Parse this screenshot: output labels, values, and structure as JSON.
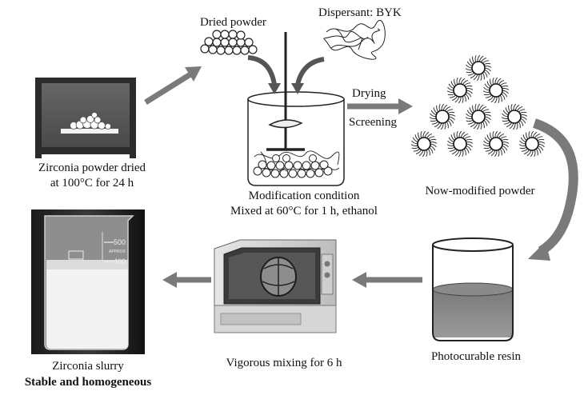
{
  "labels": {
    "dried_powder": "Dried powder",
    "dispersant": "Dispersant: BYK",
    "drying": "Drying",
    "screening": "Screening",
    "oven_line1": "Zirconia powder dried",
    "oven_line2": "at 100°C for 24 h",
    "modification_line1": "Modification condition",
    "modification_line2": "Mixed at 60°C for 1 h, ethanol",
    "modified_powder": "Now-modified powder",
    "photocurable_resin": "Photocurable resin",
    "vigorous_mixing": "Vigorous mixing for 6 h",
    "slurry_line1": "Zirconia slurry",
    "slurry_line2": "Stable and homogeneous"
  },
  "beaker_marks": {
    "mark_500": "500",
    "mark_400": "400",
    "approx": "APPROX"
  },
  "colors": {
    "arrow": "#7a7a7a",
    "resin": "#8a8a8a",
    "oven_body": "#2b2b2b",
    "oven_window": "#5a5a5a"
  }
}
